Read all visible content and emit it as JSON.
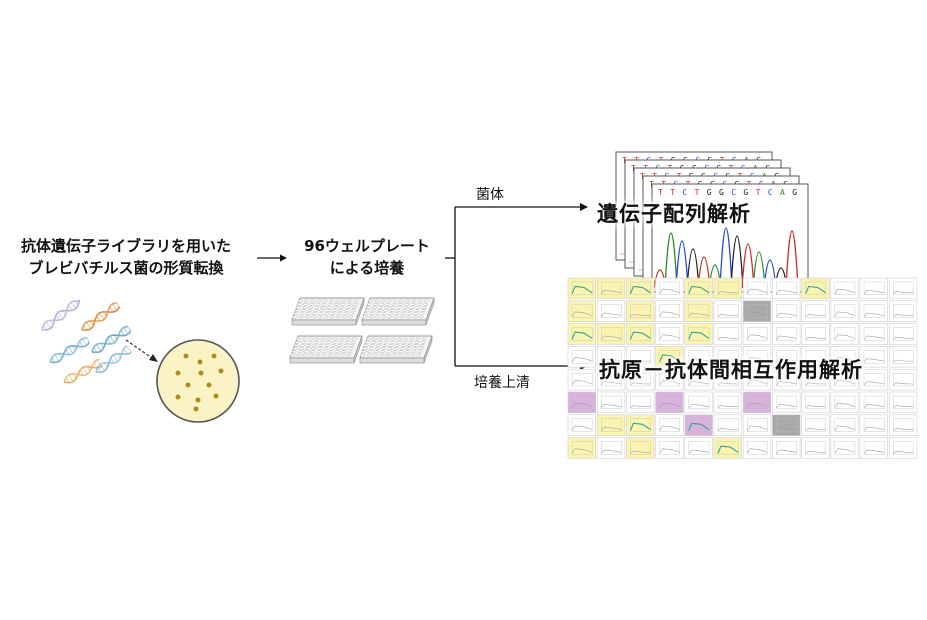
{
  "step1": {
    "line1": "抗体遺伝子ライブラリを用いた",
    "line2": "ブレビバチルス菌の形質転換"
  },
  "step2": {
    "line1": "96ウェルプレート",
    "line2": "による培養"
  },
  "branch_top": {
    "label": "菌体",
    "result": "遺伝子配列解析"
  },
  "branch_bottom": {
    "label": "培養上清",
    "result": "抗原－抗体間相互作用解析"
  },
  "sequence_strip_text": "TTCTGGCGTCAG",
  "colors": {
    "dna_strands": [
      "#e08a3c",
      "#7bb0d8",
      "#b3b3d6",
      "#e8b05a",
      "#8fbcd8",
      "#6fa9c9"
    ],
    "colony_fill": "#fbf3c6",
    "colony_dot": "#b08a1a",
    "yellow_cell": "#faf4b0",
    "purple_cell": "#d9b3dd",
    "gray_cell": "#a9a9a9"
  }
}
